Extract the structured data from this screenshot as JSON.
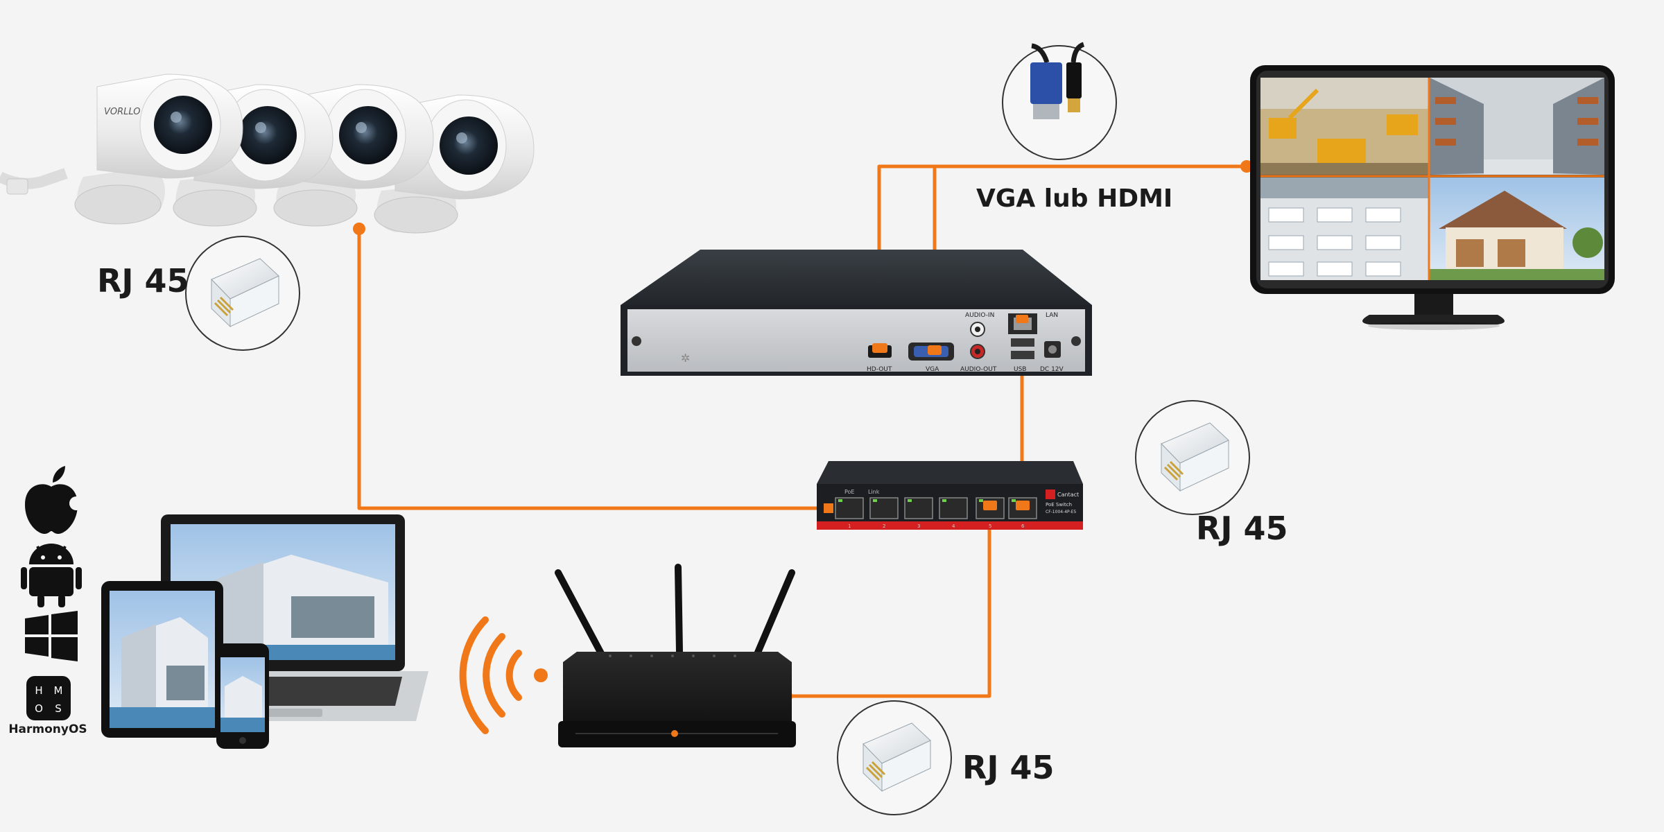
{
  "labels": {
    "rj45_cameras": "RJ 45",
    "rj45_switch": "RJ 45",
    "rj45_router": "RJ 45",
    "vga_hdmi": "VGA lub HDMI"
  },
  "cameras": {
    "brand": "VORLLO"
  },
  "nvr": {
    "ports": [
      "HD-OUT",
      "VGA",
      "AUDIO-IN",
      "AUDIO-OUT",
      "LAN",
      "USB",
      "DC 12V"
    ]
  },
  "switch": {
    "top_labels": [
      "PoE",
      "Link"
    ],
    "brand": "Cantact",
    "model_line1": "PoE Switch",
    "model_line2": "CF-1004-4P-E5",
    "port_numbers": [
      "1",
      "2",
      "3",
      "4",
      "5",
      "6"
    ]
  },
  "os_icons": [
    "apple-icon",
    "android-icon",
    "windows-icon",
    "harmonyos-icon"
  ],
  "harmony": {
    "logo_letters": [
      "H",
      "M",
      "O",
      "S"
    ],
    "label": "HarmonyOS"
  },
  "colors": {
    "cable": "#f07818",
    "background": "#f4f4f4",
    "device_dark": "#1c1c1c",
    "accent_red": "#d42020"
  }
}
